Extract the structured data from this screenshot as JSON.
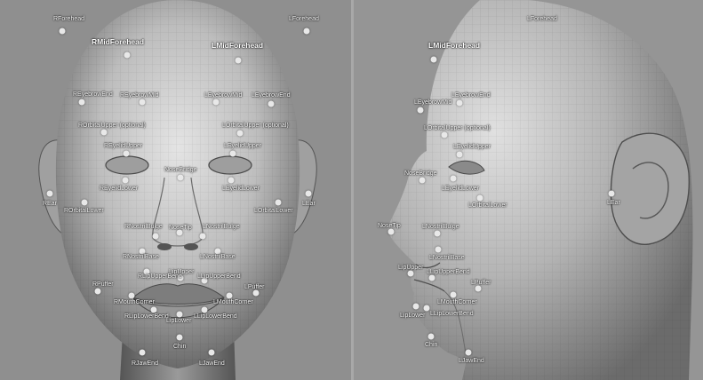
{
  "colors": {
    "background": "#8f8f8f",
    "skin_light": "#e2e2e2",
    "skin_dark": "#5c5c5c",
    "marker": "#e8e8e8",
    "label": "#ffffff"
  },
  "front_view": {
    "labels": {
      "r_forehead": "RForehead",
      "l_forehead": "LForehead",
      "r_mid_forehead": "RMidForehead",
      "l_mid_forehead": "LMidForehead",
      "r_eyebrow_end": "REyebrowEnd",
      "r_eyebrow_mid": "REyebrowMid",
      "l_eyebrow_mid": "LEyebrowMid",
      "l_eyebrow_end": "LEyebrowEnd",
      "r_orbital_upper": "ROrbitalUpper (optional)",
      "l_orbital_upper": "LOrbitalUpper (optional)",
      "r_eyelid_upper": "REyelidUpper",
      "l_eyelid_upper": "LEyelidUpper",
      "nose_bridge": "NoseBridge",
      "r_eyelid_lower": "REyelidLower",
      "l_eyelid_lower": "LEyelidLower",
      "r_ear": "REar",
      "l_ear": "LEar",
      "r_orbital_lower": "ROrbitalLower",
      "l_orbital_lower": "LOrbitalLower",
      "r_nostril_bulge": "RNostrilBulge",
      "nose_tip": "NoseTip",
      "l_nostril_bulge": "LNostrilBulge",
      "r_nostril_base": "RNostrilBase",
      "l_nostril_base": "LNostrilBase",
      "lip_upper": "LipUpper",
      "r_lip_upper_bend": "RLipUpperBend",
      "l_lip_upper_bend": "LLipUpperBend",
      "r_puffer": "RPuffer",
      "l_puffer": "LPuffer",
      "r_mouth_corner": "RMouthCorner",
      "l_mouth_corner": "LMouthCorner",
      "r_lip_lower_bend": "RLipLowerBend",
      "l_lip_lower_bend": "LLipLowerBend",
      "lip_lower": "LipLower",
      "chin": "Chin",
      "r_jaw_end": "RJawEnd",
      "l_jaw_end": "LJawEnd"
    }
  },
  "side_view": {
    "labels": {
      "l_forehead": "LForehead",
      "l_mid_forehead": "LMidForehead",
      "l_eyebrow_end": "LEyebrowEnd",
      "l_eyebrow_mid": "LEyebrowMid",
      "l_orbital_upper": "LOrbitalUpper (optional)",
      "l_eyelid_upper": "LEyelidUpper",
      "nose_bridge": "NoseBridge",
      "l_eyelid_lower": "LEyelidLower",
      "l_orbital_lower": "LOrbitalLower",
      "l_ear": "LEar",
      "nose_tip": "NoseTip",
      "l_nostril_bulge": "LNostrilBulge",
      "l_nostril_base": "LNostrilBase",
      "lip_upper": "LipUpper",
      "l_lip_upper_bend": "LLipUpperBend",
      "l_puffer": "LPuffer",
      "l_mouth_corner": "LMouthCorner",
      "l_lip_lower_bend": "LLipLowerBend",
      "lip_lower": "LipLower",
      "chin": "Chin",
      "l_jaw_end": "LJawEnd"
    }
  }
}
